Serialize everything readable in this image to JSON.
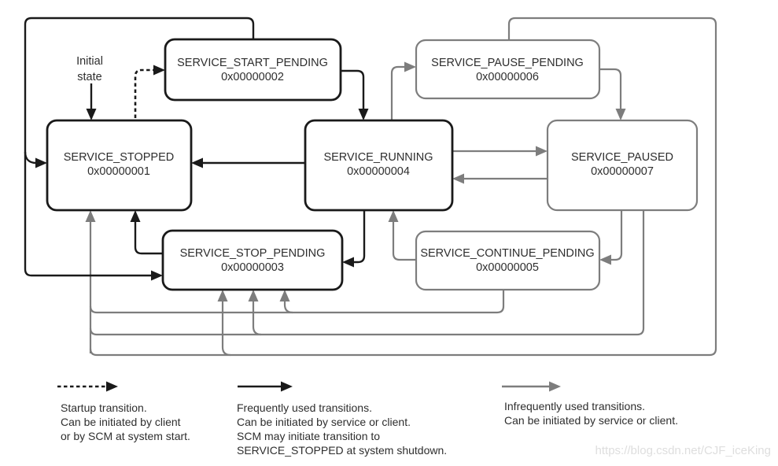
{
  "diagram": {
    "states": {
      "stopped": {
        "name": "SERVICE_STOPPED",
        "code": "0x00000001"
      },
      "start_pending": {
        "name": "SERVICE_START_PENDING",
        "code": "0x00000002"
      },
      "running": {
        "name": "SERVICE_RUNNING",
        "code": "0x00000004"
      },
      "pause_pending": {
        "name": "SERVICE_PAUSE_PENDING",
        "code": "0x00000006"
      },
      "paused": {
        "name": "SERVICE_PAUSED",
        "code": "0x00000007"
      },
      "stop_pending": {
        "name": "SERVICE_STOP_PENDING",
        "code": "0x00000003"
      },
      "continue_pending": {
        "name": "SERVICE_CONTINUE_PENDING",
        "code": "0x00000005"
      }
    },
    "initial_state": {
      "lines": [
        "Initial",
        "state"
      ]
    }
  },
  "legend": {
    "startup": {
      "lines": [
        "Startup transition.",
        "Can be initiated by client",
        "or by SCM at system start."
      ]
    },
    "frequent": {
      "lines": [
        "Frequently used transitions.",
        "Can be initiated by service or client.",
        "SCM may initiate transition to",
        "SERVICE_STOPPED at system shutdown."
      ]
    },
    "infrequent": {
      "lines": [
        "Infrequently used transitions.",
        "Can be initiated by service or client."
      ]
    }
  },
  "watermark": "https://blog.csdn.net/CJF_iceKing",
  "colors": {
    "black": "#1a1a1a",
    "gray": "#7d7d7d",
    "text": "#2e2e2e",
    "watermark": "#dedede",
    "background": "#ffffff"
  }
}
